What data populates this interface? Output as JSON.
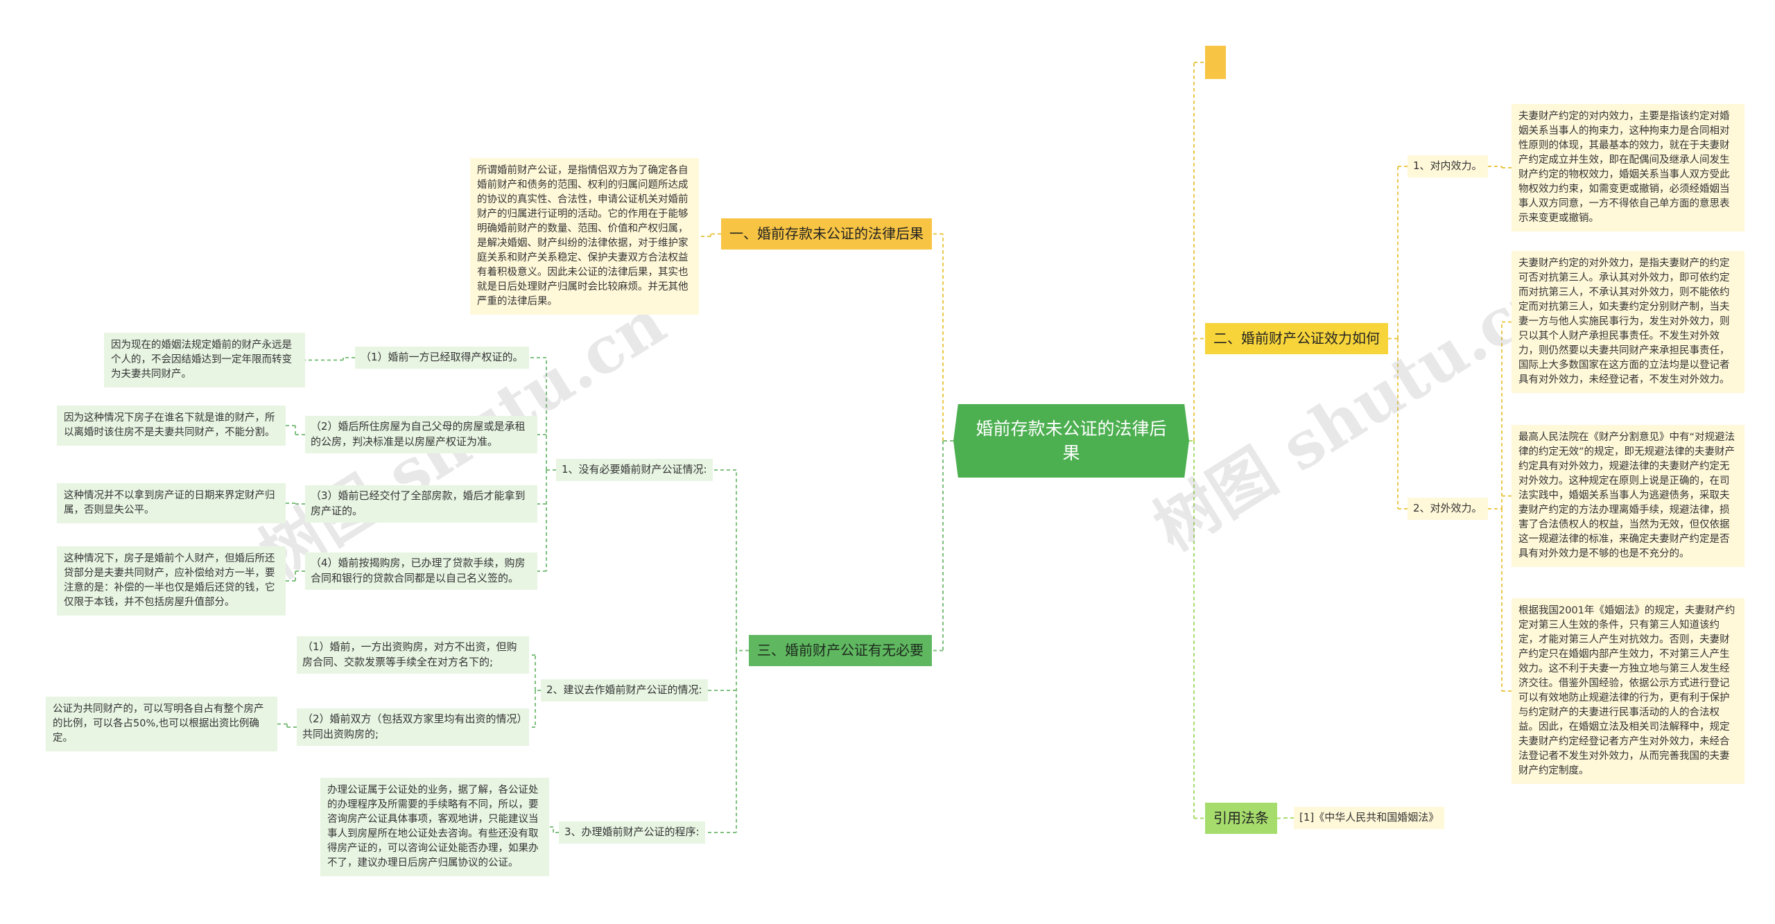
{
  "root": {
    "label": "婚前存款未公证的法律后果"
  },
  "watermarks": [
    "树图 shutu.cn",
    "树图 shutu.cn"
  ],
  "left": {
    "topic1": {
      "label": "一、婚前存款未公证的法律后果",
      "detail": "所谓婚前财产公证，是指情侣双方为了确定各自婚前财产和债务的范围、权利的归属问题所达成的协议的真实性、合法性，申请公证机关对婚前财产的归属进行证明的活动。它的作用在于能够明确婚前财产的数量、范围、价值和产权归属，是解决婚姻、财产纠纷的法律依据，对于维护家庭关系和财产关系稳定、保护夫妻双方合法权益有着积极意义。因此未公证的法律后果，其实也就是日后处理财产归属时会比较麻烦。并无其他严重的法律后果。"
    },
    "topic3": {
      "label": "三、婚前财产公证有无必要",
      "s1": {
        "label": "1、没有必要婚前财产公证情况:",
        "items": [
          {
            "label": "（1）婚前一方已经取得产权证的。",
            "detail": "因为现在的婚姻法规定婚前的财产永远是个人的，不会因结婚达到一定年限而转变为夫妻共同财产。"
          },
          {
            "label": "（2）婚后所住房屋为自己父母的房屋或是承租的公房，判决标准是以房屋产权证为准。",
            "detail": "因为这种情况下房子在谁名下就是谁的财产，所以离婚时该住房不是夫妻共同财产，不能分割。"
          },
          {
            "label": "（3）婚前已经交付了全部房款，婚后才能拿到房产证的。",
            "detail": "这种情况并不以拿到房产证的日期来界定财产归属，否则显失公平。"
          },
          {
            "label": "（4）婚前按揭购房，已办理了贷款手续，购房合同和银行的贷款合同都是以自己名义签的。",
            "detail": "这种情况下，房子是婚前个人财产，但婚后所还贷部分是夫妻共同财产，应补偿给对方一半，要注意的是：补偿的一半也仅是婚后还贷的钱，它仅限于本钱，并不包括房屋升值部分。"
          }
        ]
      },
      "s2": {
        "label": "2、建议去作婚前财产公证的情况:",
        "items": [
          {
            "label": "（1）婚前，一方出资购房，对方不出资，但购房合同、交款发票等手续全在对方名下的;"
          },
          {
            "label": "（2）婚前双方（包括双方家里均有出资的情况）共同出资购房的;",
            "detail": "公证为共同财产的，可以写明各自占有整个房产的比例，可以各占50%,也可以根据出资比例确定。"
          }
        ]
      },
      "s3": {
        "label": "3、办理婚前财产公证的程序:",
        "detail": "办理公证属于公证处的业务，据了解，各公证处的办理程序及所需要的手续略有不同，所以，要咨询房产公证具体事项，客观地讲，只能建议当事人到房屋所在地公证处去咨询。有些还没有取得房产证的，可以咨询公证处能否办理，如果办不了，建议办理日后房产归属协议的公证。"
      }
    }
  },
  "right": {
    "topic2": {
      "label": "二、婚前财产公证效力如何",
      "s1": {
        "label": "1、对内效力。",
        "detail": "夫妻财产约定的对内效力，主要是指该约定对婚姻关系当事人的拘束力，这种拘束力是合同相对性原则的体现，其最基本的效力，就在于夫妻财产约定成立并生效，即在配偶间及继承人间发生财产约定的物权效力，婚姻关系当事人双方受此物权效力约束，如需变更或撤销，必须经婚姻当事人双方同意，一方不得依自己单方面的意思表示来变更或撤销。"
      },
      "s2": {
        "label": "2、对外效力。",
        "details": [
          "夫妻财产约定的对外效力，是指夫妻财产的约定可否对抗第三人。承认其对外效力，即可依约定而对抗第三人，不承认其对外效力，则不能依约定而对抗第三人，如夫妻约定分别财产制，当夫妻一方与他人实施民事行为，发生对外效力，则只以其个人财产承担民事责任。不发生对外效力，则仍然要以夫妻共同财产来承担民事责任，国际上大多数国家在这方面的立法均是以登记者具有对外效力，未经登记者，不发生对外效力。",
          "最高人民法院在《财产分割意见》中有“对规避法律的约定无效”的规定，即无规避法律的夫妻财产约定具有对外效力，规避法律的夫妻财产约定无对外效力。这种规定在原则上说是正确的，在司法实践中，婚姻关系当事人为逃避债务，采取夫妻财产约定的方法办理离婚手续，规避法律，损害了合法债权人的权益，当然为无效，但仅依据这一规避法律的标准，来确定夫妻财产约定是否具有对外效力是不够的也是不充分的。",
          "根据我国2001年《婚姻法》的规定，夫妻财产约定对第三人生效的条件，只有第三人知道该约定，才能对第三人产生对抗效力。否则，夫妻财产约定只在婚姻内部产生效力，不对第三人产生效力。这不利于夫妻一方独立地与第三人发生经济交往。借鉴外国经验，依据公示方式进行登记可以有效地防止规避法律的行为，更有利于保护与约定财产的夫妻进行民事活动的人的合法权益。因此，在婚姻立法及相关司法解释中，规定夫妻财产约定经登记者方产生对外效力，未经合法登记者不发生对外效力，从而完善我国的夫妻财产约定制度。"
        ]
      }
    },
    "cite": {
      "label": "引用法条",
      "ref": "[1]《中华人民共和国婚姻法》"
    }
  }
}
